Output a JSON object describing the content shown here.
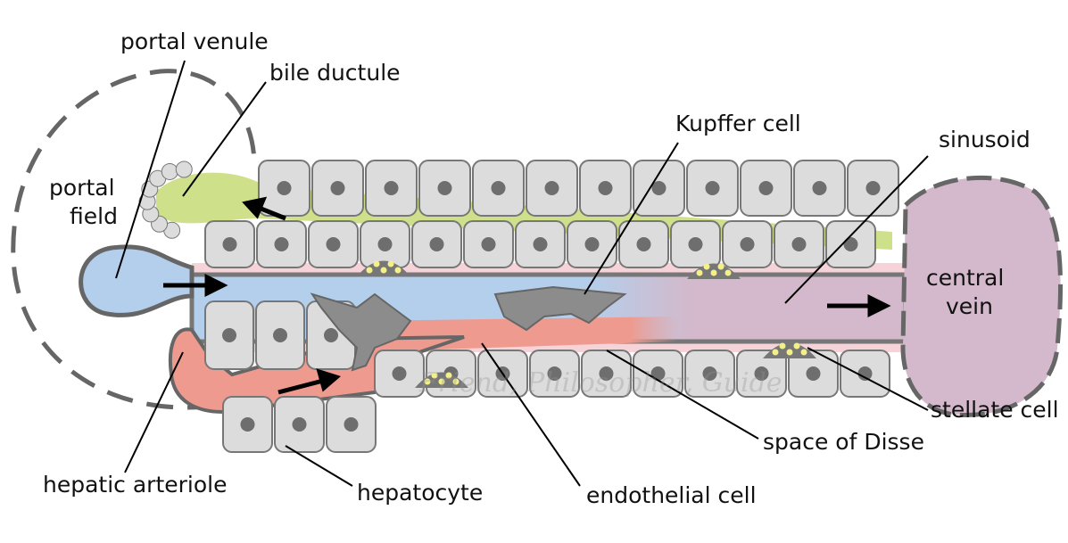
{
  "labels": {
    "portal_venule": "portal venule",
    "bile_ductule": "bile ductule",
    "portal_field_1": "portal",
    "portal_field_2": "field",
    "kupffer_cell": "Kupffer cell",
    "sinusoid": "sinusoid",
    "central_vein_1": "central",
    "central_vein_2": "vein",
    "stellate_cell": "stellate cell",
    "space_of_disse": "space of Disse",
    "hepatic_arteriole": "hepatic arteriole",
    "hepatocyte": "hepatocyte",
    "endothelial_cell": "endothelial cell"
  },
  "watermark": "Friend, Philosopher, Guide",
  "colors": {
    "portal_blood": "#b3cfec",
    "arterial_blood": "#ee9a8f",
    "central_vein": "#d3b9cb",
    "bile": "#cfe08a",
    "hepatocyte": "#dcdcdc",
    "nucleus": "#6e6e6e",
    "space_of_disse": "#f6d3d8",
    "endothelium": "#7a7a7a"
  }
}
